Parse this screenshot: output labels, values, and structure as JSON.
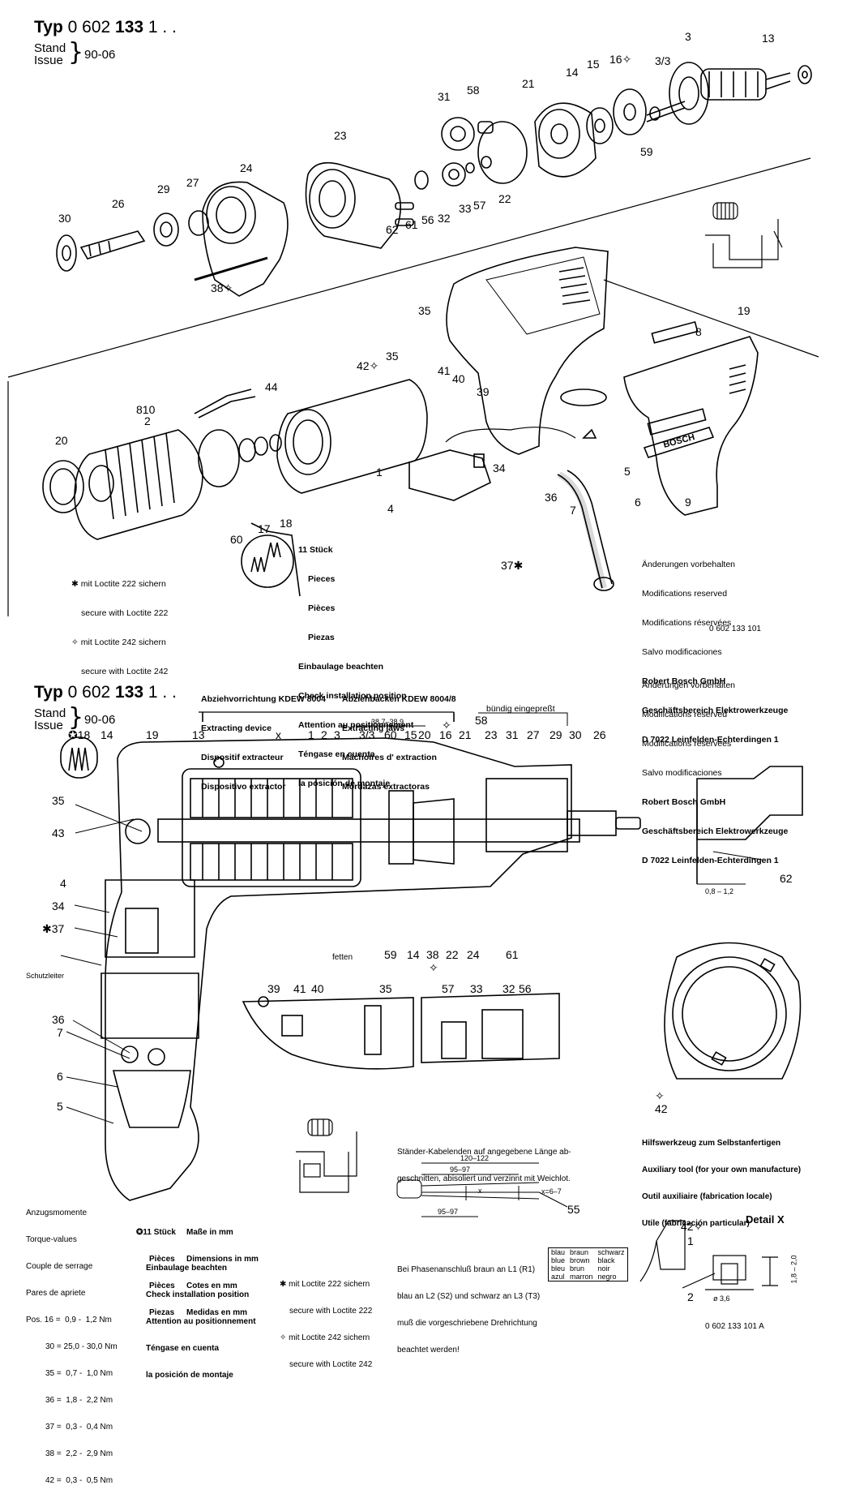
{
  "top": {
    "typ_label": "Typ",
    "typ_number_a": "0 602",
    "typ_number_b": "133",
    "typ_suffix": "1 . .",
    "stand": "Stand",
    "issue": "Issue",
    "date": "90-06",
    "doc_code": "0  602  133  101",
    "loctite": [
      {
        "symbol": "✱",
        "de": "mit Loctite 222 sichern",
        "en": "secure with Loctite 222"
      },
      {
        "symbol": "✧",
        "de": "mit Loctite 242 sichern",
        "en": "secure with Loctite 242"
      }
    ],
    "stueck": [
      "11 Stück",
      "Pieces",
      "Pièces",
      "Piezas"
    ],
    "install": [
      "Einbaulage beachten",
      "Check installation position",
      "Attention au positionnement",
      "Téngase en cuenta",
      "la posición de montaje"
    ],
    "changes": [
      "Änderungen vorbehalten",
      "Modifications reserved",
      "Modifications réservées",
      "Salvo modificaciones"
    ],
    "company": [
      "Robert Bosch GmbH",
      "Geschäftsbereich Elektrowerkzeuge",
      "D 7022 Leinfelden-Echterdingen 1"
    ],
    "brand": "BOSCH",
    "parts": [
      {
        "id": "p3",
        "label": "3"
      },
      {
        "id": "p13",
        "label": "13"
      },
      {
        "id": "p33a",
        "label": "3/3"
      },
      {
        "id": "p16",
        "label": "16✧"
      },
      {
        "id": "p15",
        "label": "15"
      },
      {
        "id": "p14",
        "label": "14"
      },
      {
        "id": "p21",
        "label": "21"
      },
      {
        "id": "p58",
        "label": "58"
      },
      {
        "id": "p31",
        "label": "31"
      },
      {
        "id": "p59",
        "label": "59"
      },
      {
        "id": "p23",
        "label": "23"
      },
      {
        "id": "p22",
        "label": "22"
      },
      {
        "id": "p57",
        "label": "57"
      },
      {
        "id": "p33",
        "label": "33"
      },
      {
        "id": "p32",
        "label": "32"
      },
      {
        "id": "p56",
        "label": "56"
      },
      {
        "id": "p61",
        "label": "61"
      },
      {
        "id": "p62",
        "label": "62"
      },
      {
        "id": "p24",
        "label": "24"
      },
      {
        "id": "p27",
        "label": "27"
      },
      {
        "id": "p29",
        "label": "29"
      },
      {
        "id": "p26",
        "label": "26"
      },
      {
        "id": "p30",
        "label": "30"
      },
      {
        "id": "p38",
        "label": "38✧"
      },
      {
        "id": "p19",
        "label": "19"
      },
      {
        "id": "p35a",
        "label": "35"
      },
      {
        "id": "p8",
        "label": "8"
      },
      {
        "id": "p42",
        "label": "42✧"
      },
      {
        "id": "p35b",
        "label": "35"
      },
      {
        "id": "p41",
        "label": "41"
      },
      {
        "id": "p40",
        "label": "40"
      },
      {
        "id": "p39",
        "label": "39"
      },
      {
        "id": "p44",
        "label": "44"
      },
      {
        "id": "p810",
        "label": "810"
      },
      {
        "id": "p2",
        "label": "2"
      },
      {
        "id": "p20",
        "label": "20"
      },
      {
        "id": "p1",
        "label": "1"
      },
      {
        "id": "p34",
        "label": "34"
      },
      {
        "id": "p5",
        "label": "5"
      },
      {
        "id": "p4",
        "label": "4"
      },
      {
        "id": "p36",
        "label": "36"
      },
      {
        "id": "p7",
        "label": "7"
      },
      {
        "id": "p6",
        "label": "6"
      },
      {
        "id": "p9",
        "label": "9"
      },
      {
        "id": "p60",
        "label": "60"
      },
      {
        "id": "p17",
        "label": "17"
      },
      {
        "id": "p18",
        "label": "18"
      },
      {
        "id": "p37",
        "label": "37✱"
      }
    ]
  },
  "bottom": {
    "typ_label": "Typ",
    "typ_number_a": "0 602",
    "typ_number_b": "133",
    "typ_suffix": "1 . .",
    "stand": "Stand",
    "issue": "Issue",
    "date": "90-06",
    "doc_code": "0  602  133  101  A",
    "extracting_device": [
      "Abziehvorrichtung KDEW 8004",
      "Extracting device",
      "Dispositif extracteur",
      "Dispositivo extractor"
    ],
    "extracting_jaws": [
      "Abziehbacken KDEW 8004/8",
      "Extracting jaws",
      "Mâchoires d' extraction",
      "Mordazas extractoras"
    ],
    "buendig": "bündig eingepreßt",
    "dim_38": "38,7–38,9",
    "dim_08": "0,8 – 1,2",
    "changes": [
      "Änderungen vorbehalten",
      "Modifications reserved",
      "Modifications réservées",
      "Salvo modificaciones"
    ],
    "company": [
      "Robert Bosch GmbH",
      "Geschäftsbereich Elektrowerkzeuge",
      "D 7022 Leinfelden-Echterdingen 1"
    ],
    "fetten": "fetten",
    "schutzleiter": "Schutzleiter",
    "torque_title": [
      "Anzugsmomente",
      "Torque-values",
      "Couple de serrage",
      "Pares de apriete"
    ],
    "torque_rows": [
      "Pos. 16 =  0,9 -  1,2 Nm",
      "30 = 25,0 - 30,0 Nm",
      "35 =  0,7 -  1,0 Nm",
      "36 =  1,8 -  2,2 Nm",
      "37 =  0,3 -  0,4 Nm",
      "38 =  2,2 -  2,9 Nm",
      "42 =  0,3 -  0,5 Nm"
    ],
    "stueck_block": [
      [
        "✪11 Stück",
        "Maße in mm"
      ],
      [
        "Pièces",
        "Dimensions in mm"
      ],
      [
        "Pièces",
        "Cotes en mm"
      ],
      [
        "Piezas",
        "Medidas en mm"
      ]
    ],
    "install": [
      "Einbaulage beachten",
      "Check installation position",
      "Attention au positionnement",
      "Téngase en cuenta",
      "la posición de montaje"
    ],
    "loctite": [
      {
        "symbol": "✱",
        "de": "mit Loctite 222 sichern",
        "en": "secure with Loctite 222"
      },
      {
        "symbol": "✧",
        "de": "mit Loctite 242 sichern",
        "en": "secure with Loctite 242"
      }
    ],
    "cable_note": [
      "Ständer-Kabelenden auf angegebene Länge ab-",
      "geschnitten, abisoliert und verzinnt mit Weichlot."
    ],
    "cable_dims": {
      "d120": "120–122",
      "d95a": "95–97",
      "d95b": "95–97",
      "x67": "x=6–7",
      "x": "x",
      "p55": "55"
    },
    "phase_note": [
      "Bei Phasenanschluß braun an L1 (R1)",
      "blau an L2 (S2) und schwarz an L3 (T3)",
      "muß die vorgeschriebene Drehrichtung",
      "beachtet werden!"
    ],
    "color_table": [
      [
        "blau",
        "braun",
        "schwarz"
      ],
      [
        "blue",
        "brown",
        "black"
      ],
      [
        "bleu",
        "brun",
        "noir"
      ],
      [
        "azul",
        "marron",
        "negro"
      ]
    ],
    "aux_tool": [
      "Hilfswerkzeug zum Selbstanfertigen",
      "Auxiliary tool (for your own manufacture)",
      "Outil auxiliaire (fabrication locale)",
      "Utile (fabricación particular)"
    ],
    "detail_x": "Detail X",
    "detail_dims": {
      "d1820": "1,8 – 2,0",
      "d36": "ø 3,6",
      "n1": "1",
      "n2": "2",
      "n42": "42✧"
    },
    "parts": [
      {
        "id": "b18",
        "label": "✪18"
      },
      {
        "id": "b14",
        "label": "14"
      },
      {
        "id": "b19",
        "label": "19"
      },
      {
        "id": "b13",
        "label": "13"
      },
      {
        "id": "bx",
        "label": "x"
      },
      {
        "id": "b1",
        "label": "1"
      },
      {
        "id": "b2",
        "label": "2"
      },
      {
        "id": "b3",
        "label": "3"
      },
      {
        "id": "b33",
        "label": "3/3"
      },
      {
        "id": "b60",
        "label": "60"
      },
      {
        "id": "b15",
        "label": "15"
      },
      {
        "id": "b20",
        "label": "20"
      },
      {
        "id": "b16",
        "label": "16"
      },
      {
        "id": "b21",
        "label": "21"
      },
      {
        "id": "b23",
        "label": "23"
      },
      {
        "id": "b31",
        "label": "31"
      },
      {
        "id": "b27",
        "label": "27"
      },
      {
        "id": "b29",
        "label": "29"
      },
      {
        "id": "b30",
        "label": "30"
      },
      {
        "id": "b26",
        "label": "26"
      },
      {
        "id": "b58",
        "label": "58"
      },
      {
        "id": "b35",
        "label": "35"
      },
      {
        "id": "b43",
        "label": "43"
      },
      {
        "id": "b4",
        "label": "4"
      },
      {
        "id": "b34",
        "label": "34"
      },
      {
        "id": "b37",
        "label": "✱37"
      },
      {
        "id": "b59",
        "label": "59"
      },
      {
        "id": "b14b",
        "label": "14"
      },
      {
        "id": "b38",
        "label": "38"
      },
      {
        "id": "b22",
        "label": "22"
      },
      {
        "id": "b24",
        "label": "24"
      },
      {
        "id": "b61",
        "label": "61"
      },
      {
        "id": "b62",
        "label": "62"
      },
      {
        "id": "b39",
        "label": "39"
      },
      {
        "id": "b41",
        "label": "41"
      },
      {
        "id": "b40",
        "label": "40"
      },
      {
        "id": "b35b",
        "label": "35"
      },
      {
        "id": "b57",
        "label": "57"
      },
      {
        "id": "b33b",
        "label": "33"
      },
      {
        "id": "b32",
        "label": "32"
      },
      {
        "id": "b56",
        "label": "56"
      },
      {
        "id": "b36",
        "label": "36"
      },
      {
        "id": "b7",
        "label": "7"
      },
      {
        "id": "b6",
        "label": "6"
      },
      {
        "id": "b5",
        "label": "5"
      },
      {
        "id": "b42",
        "label": "42"
      },
      {
        "id": "b38d",
        "label": "✧"
      },
      {
        "id": "b16d",
        "label": "✧"
      },
      {
        "id": "b42d",
        "label": "✧"
      }
    ]
  }
}
